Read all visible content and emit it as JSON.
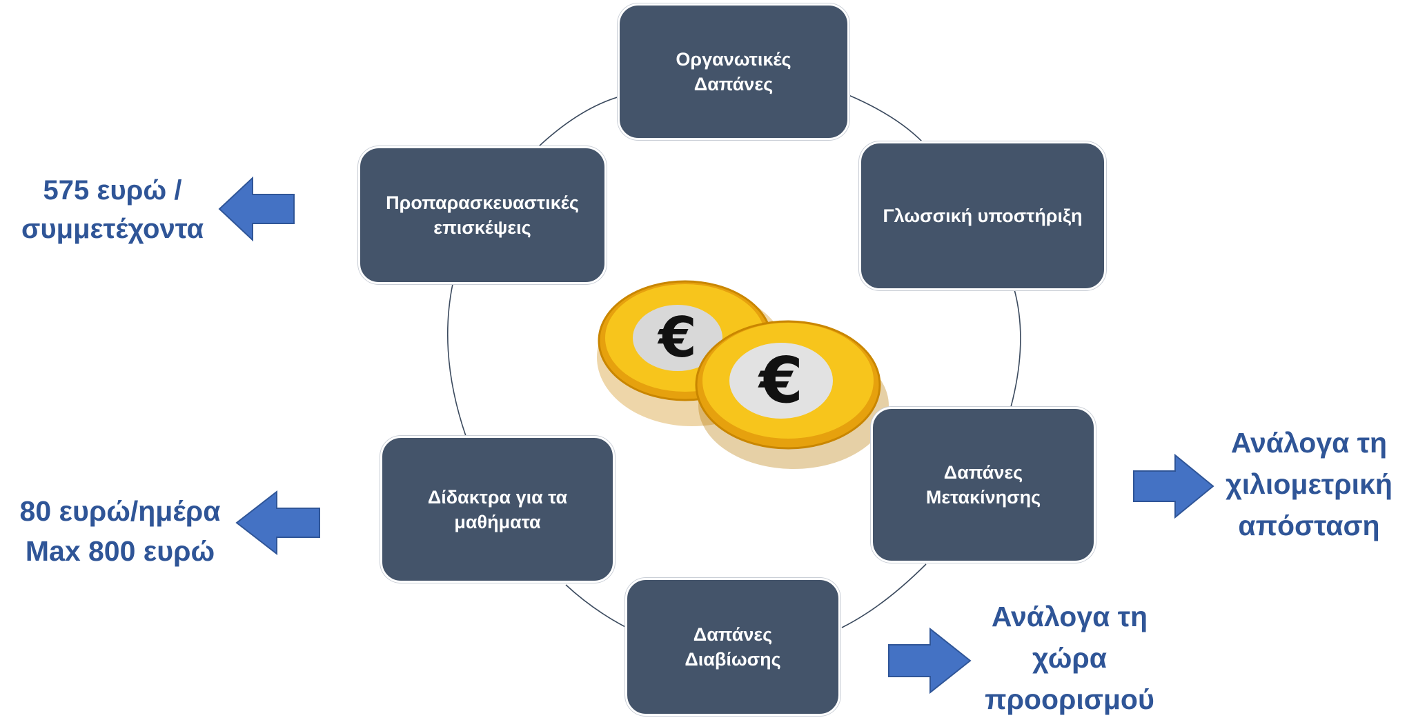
{
  "colors": {
    "node_fill": "#44546a",
    "node_text": "#ffffff",
    "note_text": "#2f5597",
    "arrow_fill": "#4472c4",
    "arrow_stroke": "#2f5597",
    "ring": "#3b4a5e",
    "coin_gold": "#f5b80f",
    "coin_silver": "#dcdcdc"
  },
  "center_icon": "euro-coins-icon",
  "nodes": {
    "organizational": "Οργανωτικές\nΔαπάνες",
    "language": "Γλωσσική υποστήριξη",
    "travel": "Δαπάνες\nΜετακίνησης",
    "subsistence": "Δαπάνες\nΔιαβίωσης",
    "tuition": "Δίδακτρα για τα\nμαθήματα",
    "preparatory": "Προπαρασκευαστικές\nεπισκέψεις"
  },
  "notes": {
    "preparatory": "575 ευρώ /\nσυμμετέχοντα",
    "tuition": "80 ευρώ/ημέρα\nMax 800 ευρώ",
    "travel": "Ανάλογα τη\nχιλιομετρική\nαπόσταση",
    "subsistence": "Ανάλογα τη\nχώρα\nπροορισμού"
  }
}
